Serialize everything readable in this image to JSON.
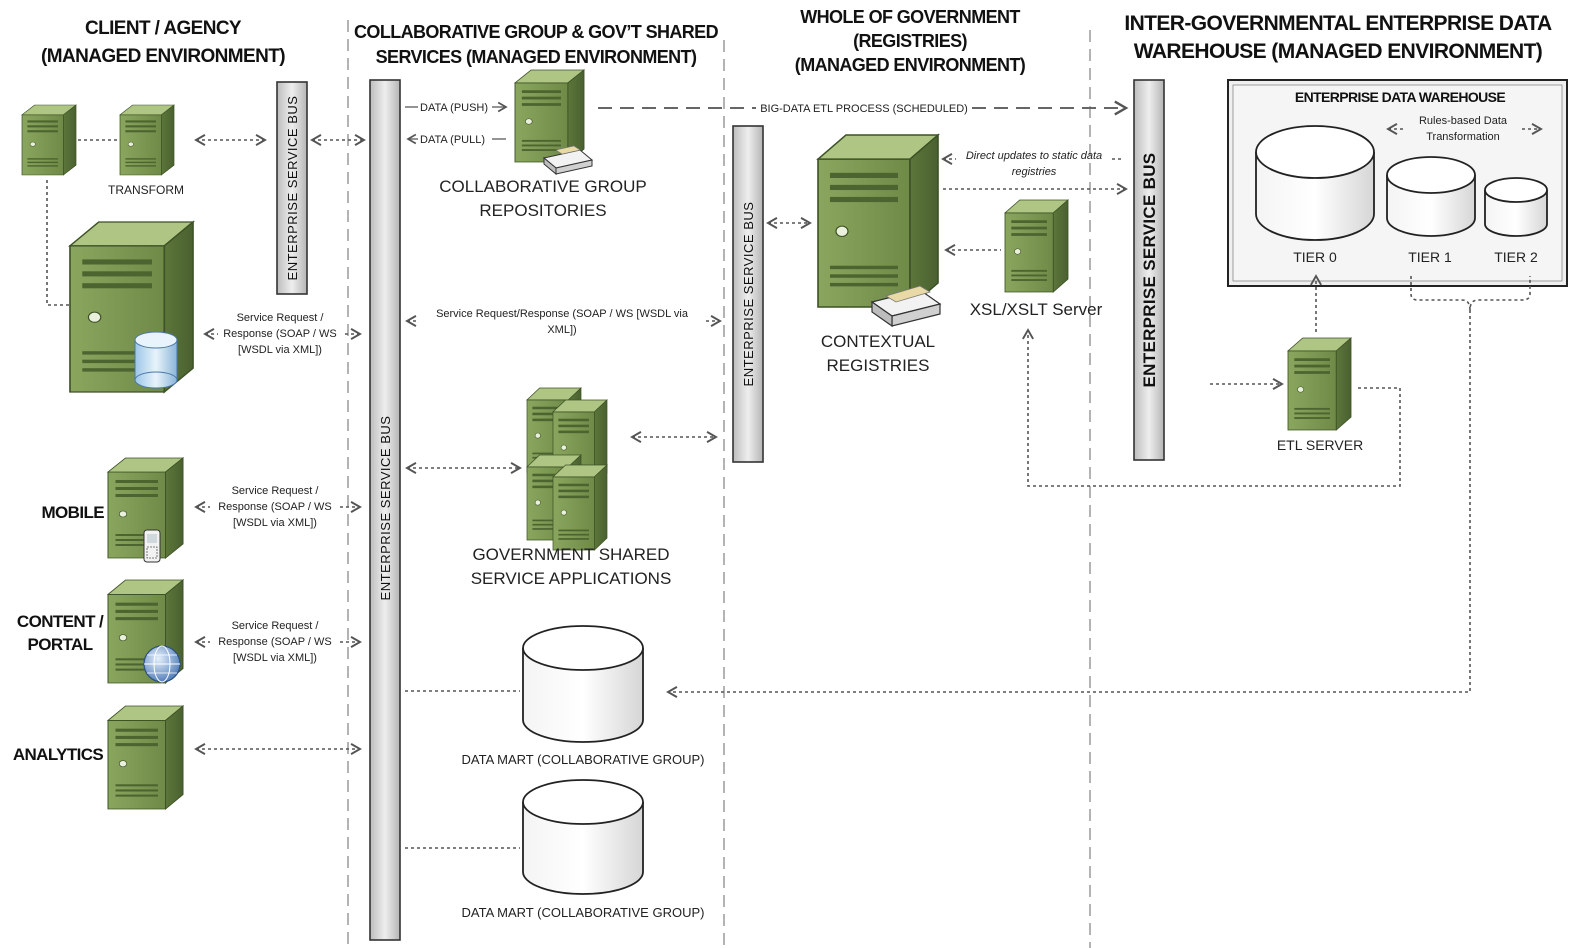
{
  "sections": {
    "client_l1": "CLIENT / AGENCY",
    "client_l2": "(MANAGED ENVIRONMENT)",
    "collab_l1": "COLLABORATIVE GROUP &  GOV’T SHARED",
    "collab_l2": "SERVICES (MANAGED ENVIRONMENT)",
    "wog_l1": "WHOLE OF GOVERNMENT",
    "wog_l2": "(REGISTRIES)",
    "wog_l3": "(MANAGED ENVIRONMENT)",
    "inter_l1": "INTER-GOVERNMENTAL ENTERPRISE DATA",
    "inter_l2": "WAREHOUSE (MANAGED ENVIRONMENT)"
  },
  "buses": {
    "bus1": "ENTERPRISE SERVICE BUS",
    "bus2": "ENTERPRISE SERVICE BUS",
    "bus3": "ENTERPRISE SERVICE BUS",
    "bus4": "ENTERPRISE SERVICE BUS"
  },
  "client": {
    "transform": "TRANSFORM",
    "mobile": "MOBILE",
    "content_l1": "CONTENT /",
    "content_l2": "PORTAL",
    "analytics": "ANALYTICS",
    "sr1": [
      "Service Request /",
      "Response (SOAP / WS",
      "[WSDL via XML])"
    ],
    "sr2": [
      "Service Request /",
      "Response (SOAP / WS",
      "[WSDL via XML])"
    ],
    "sr3": [
      "Service Request /",
      "Response (SOAP / WS",
      "[WSDL via XML])"
    ]
  },
  "collab": {
    "data_push": "DATA (PUSH)",
    "data_pull": "DATA (PULL)",
    "repo_l1": "COLLABORATIVE GROUP",
    "repo_l2": "REPOSITORIES",
    "sr_l1": "Service Request/Response (SOAP / WS [WSDL via",
    "sr_l2": "XML])",
    "gov_l1": "GOVERNMENT SHARED",
    "gov_l2": "SERVICE APPLICATIONS",
    "datamart1": "DATA MART (COLLABORATIVE GROUP)",
    "datamart2": "DATA MART (COLLABORATIVE GROUP)"
  },
  "wog": {
    "bigdata": "BIG-DATA ETL PROCESS (SCHEDULED)",
    "direct_l1": "Direct updates to static data",
    "direct_l2": "registries",
    "ctx_l1": "CONTEXTUAL",
    "ctx_l2": "REGISTRIES",
    "xsl": "XSL/XSLT Server"
  },
  "warehouse": {
    "title": "ENTERPRISE DATA WAREHOUSE",
    "rules_l1": "Rules-based Data",
    "rules_l2": "Transformation",
    "tier0": "TIER 0",
    "tier1": "TIER 1",
    "tier2": "TIER 2",
    "etl": "ETL SERVER"
  },
  "colors": {
    "server_front": "#7f9a55",
    "server_side": "#5f7a3d",
    "server_top": "#a9c07d",
    "bus_fill": "#d9d9d9",
    "warehouse_bg": "#ececec"
  }
}
